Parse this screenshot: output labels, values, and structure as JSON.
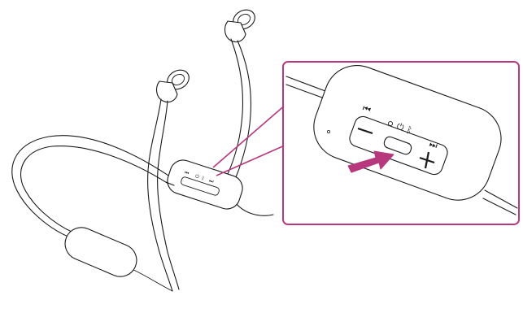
{
  "figure": {
    "subject": "neckband-earphones-illustration",
    "callout_color": "#b8387e",
    "arrow_color": "#b8387e",
    "line_color": "#1a1a1a",
    "background": "#ffffff"
  },
  "remote_small": {
    "icons": [
      "previous-track-icon",
      "power-icon",
      "bluetooth-icon",
      "next-track-icon"
    ]
  },
  "callout": {
    "icons": [
      "previous-track-icon",
      "led-indicator",
      "power-icon",
      "bluetooth-icon",
      "next-track-icon",
      "minus-icon",
      "plus-icon",
      "press-arrow-icon"
    ],
    "pressed_button": "power-button"
  }
}
